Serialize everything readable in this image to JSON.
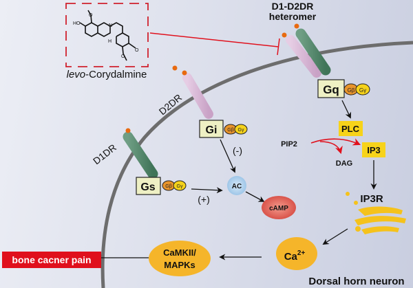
{
  "compound": {
    "italic_prefix": "levo",
    "name": "-Corydalmine",
    "atoms": {
      "ho": "HO",
      "n": "N",
      "h": "H",
      "o1": "O",
      "o2": "O",
      "o3": "O"
    }
  },
  "heteromer": {
    "line1": "D1-D2DR",
    "line2": "heteromer"
  },
  "receptors": {
    "d1": "D1DR",
    "d2": "D2DR"
  },
  "g_proteins": {
    "gq": "Gq",
    "gi": "Gi",
    "gs": "Gs",
    "gb": "Gβ",
    "gy": "Gγ"
  },
  "signals": {
    "minus": "(-)",
    "plus": "(+)",
    "ac": "AC",
    "camp": "cAMP",
    "plc": "PLC",
    "pip2": "PIP2",
    "ip3": "IP3",
    "dag": "DAG",
    "ip3r": "IP3R",
    "ca": "Ca",
    "ca_sup": "2+",
    "camk_line1": "CaMKII/",
    "camk_line2": "MAPKs"
  },
  "outcome": "bone cacner pain",
  "cell_label": "Dorsal horn neuron",
  "colors": {
    "red": "#e0101c",
    "yellow": "#f5c21b",
    "orange": "#e86a10",
    "green": "#4e8a6c",
    "pink": "#d6b4d4",
    "box": "#eef0c4",
    "ac": "#a9cdeb",
    "camp": "#e36a5c"
  }
}
